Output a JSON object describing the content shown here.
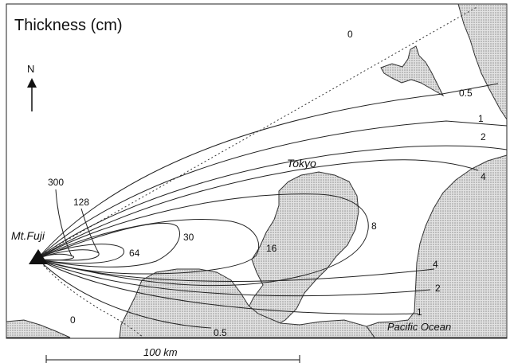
{
  "title": "Thickness (cm)",
  "north_label": "N",
  "volcano_label": "Mt.Fuji",
  "city_label": "Tokyo",
  "ocean_label": "Pacific Ocean",
  "scale_label": "100 km",
  "contours": {
    "c300": "300",
    "c128": "128",
    "c64": "64",
    "c30": "30",
    "c16": "16",
    "c8": "8",
    "c4_north": "4",
    "c4_south": "4",
    "c2_north": "2",
    "c2_south": "2",
    "c1_north": "1",
    "c1_south": "1",
    "c05_north": "0.5",
    "c05_south": "0.5",
    "c0_north": "0",
    "c0_south": "0"
  },
  "colors": {
    "land_pattern": "#9a9a9a",
    "line": "#222222"
  }
}
